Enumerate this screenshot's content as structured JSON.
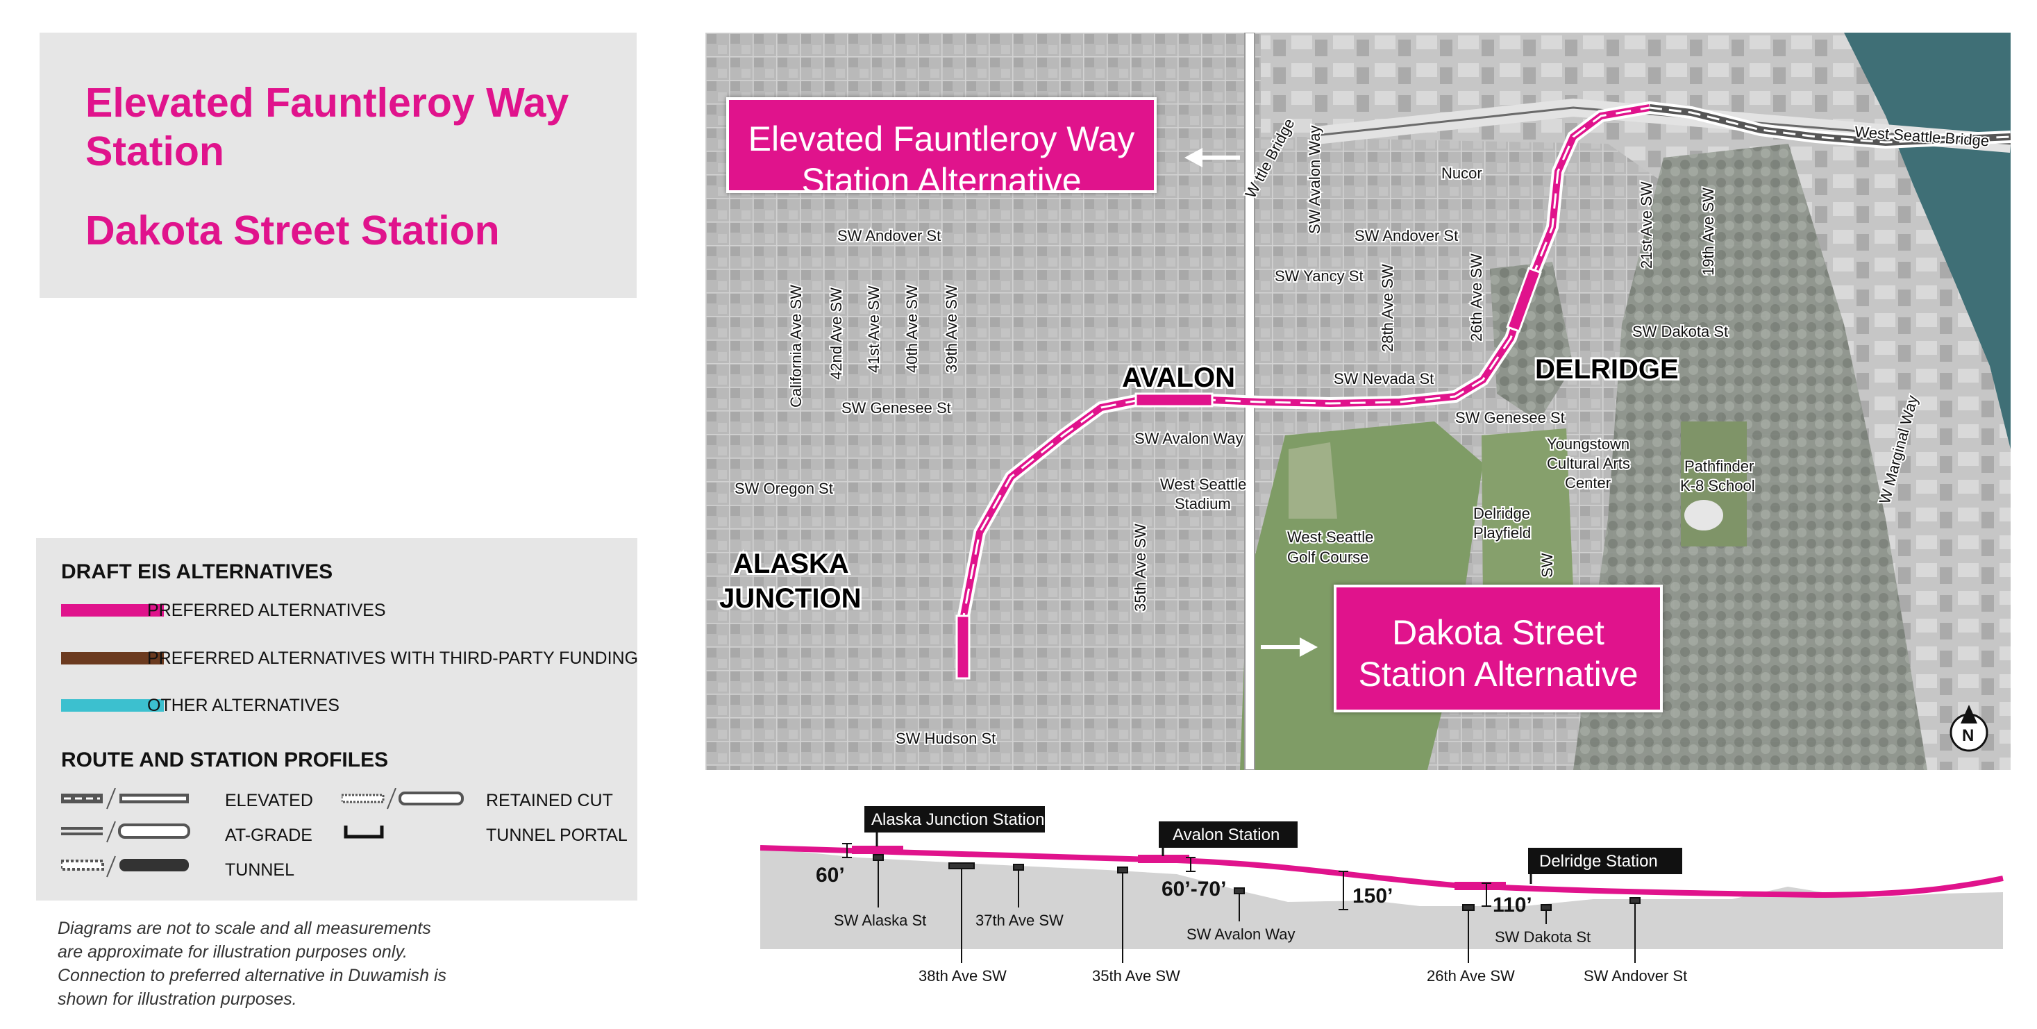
{
  "title": {
    "line1a": "Elevated Fauntleroy Way",
    "line1b": "Station",
    "line2": "Dakota Street Station"
  },
  "legend": {
    "heading_alternatives": "DRAFT EIS ALTERNATIVES",
    "items": [
      {
        "label": "PREFERRED ALTERNATIVES",
        "color": "#e0138c"
      },
      {
        "label": "PREFERRED ALTERNATIVES WITH THIRD-PARTY FUNDING",
        "color": "#6b3a1f"
      },
      {
        "label": "OTHER ALTERNATIVES",
        "color": "#3cc0cf"
      }
    ],
    "heading_profiles": "ROUTE AND STATION PROFILES",
    "profiles": {
      "elevated": "ELEVATED",
      "at_grade": "AT-GRADE",
      "tunnel": "TUNNEL",
      "retained_cut": "RETAINED CUT",
      "tunnel_portal": "TUNNEL PORTAL"
    }
  },
  "note": {
    "line1": "Diagrams are not to scale and all measurements",
    "line2": "are approximate for illustration purposes only.",
    "line3": "Connection to preferred alternative in Duwamish is",
    "line4": "shown for illustration purposes."
  },
  "map": {
    "callout_left": {
      "line1": "Elevated Fauntleroy Way",
      "line2": "Station Alternative"
    },
    "callout_right": {
      "line1": "Dakota Street",
      "line2": "Station Alternative"
    },
    "neighborhoods": {
      "avalon": "AVALON",
      "delridge": "DELRIDGE",
      "alaska": "ALASKA",
      "junction": "JUNCTION"
    },
    "streets": {
      "west_seattle_bridge": "West Seattle Bridge",
      "bridge_partial": "W    ttle Bridge",
      "sw_andover_left": "SW Andover St",
      "sw_andover_right": "SW Andover St",
      "sw_avalon_way_vertical": "SW Avalon Way",
      "sw_yancy": "SW Yancy St",
      "ave_28": "28th Ave SW",
      "ave_26": "26th Ave SW",
      "ave_21": "21st Ave SW",
      "ave_19": "19th Ave SW",
      "sw_dakota": "SW Dakota St",
      "california": "California Ave SW",
      "ave_42": "42nd Ave SW",
      "ave_41": "41st Ave SW",
      "ave_40": "40th Ave SW",
      "ave_39": "39th Ave SW",
      "sw_genesee_left": "SW Genesee St",
      "sw_genesee_right": "SW Genesee St",
      "sw_nevada": "SW Nevada St",
      "sw_avalon_way": "SW Avalon Way",
      "sw_oregon": "SW Oregon St",
      "ave_35": "35th Ave SW",
      "sw_hudson": "SW Hudson St",
      "w_marginal": "W Marginal Way",
      "sw_short": "SW"
    },
    "places": {
      "nucor": "Nucor",
      "ws_stadium_1": "West Seattle",
      "ws_stadium_2": "Stadium",
      "ws_golf_1": "West Seattle",
      "ws_golf_2": "Golf Course",
      "youngstown_1": "Youngstown",
      "youngstown_2": "Cultural Arts",
      "youngstown_3": "Center",
      "delridge_pf_1": "Delridge",
      "delridge_pf_2": "Playfield",
      "pathfinder_1": "Pathfinder",
      "pathfinder_2": "K-8 School"
    },
    "north_label": "N",
    "colors": {
      "route": "#e0138c",
      "callout": "#e0138c"
    }
  },
  "profile": {
    "stations": {
      "alaska_junction": "Alaska Junction Station",
      "avalon": "Avalon Station",
      "delridge": "Delridge Station"
    },
    "heights": {
      "h60": "60’",
      "h60_70": "60’-70’",
      "h150": "150’",
      "h110": "110’"
    },
    "cross_streets": {
      "sw_alaska": "SW Alaska St",
      "ave_38": "38th Ave SW",
      "ave_37": "37th Ave SW",
      "ave_35": "35th Ave SW",
      "sw_avalon_way": "SW Avalon Way",
      "ave_26": "26th Ave SW",
      "sw_dakota": "SW Dakota St",
      "sw_andover": "SW Andover St"
    }
  }
}
